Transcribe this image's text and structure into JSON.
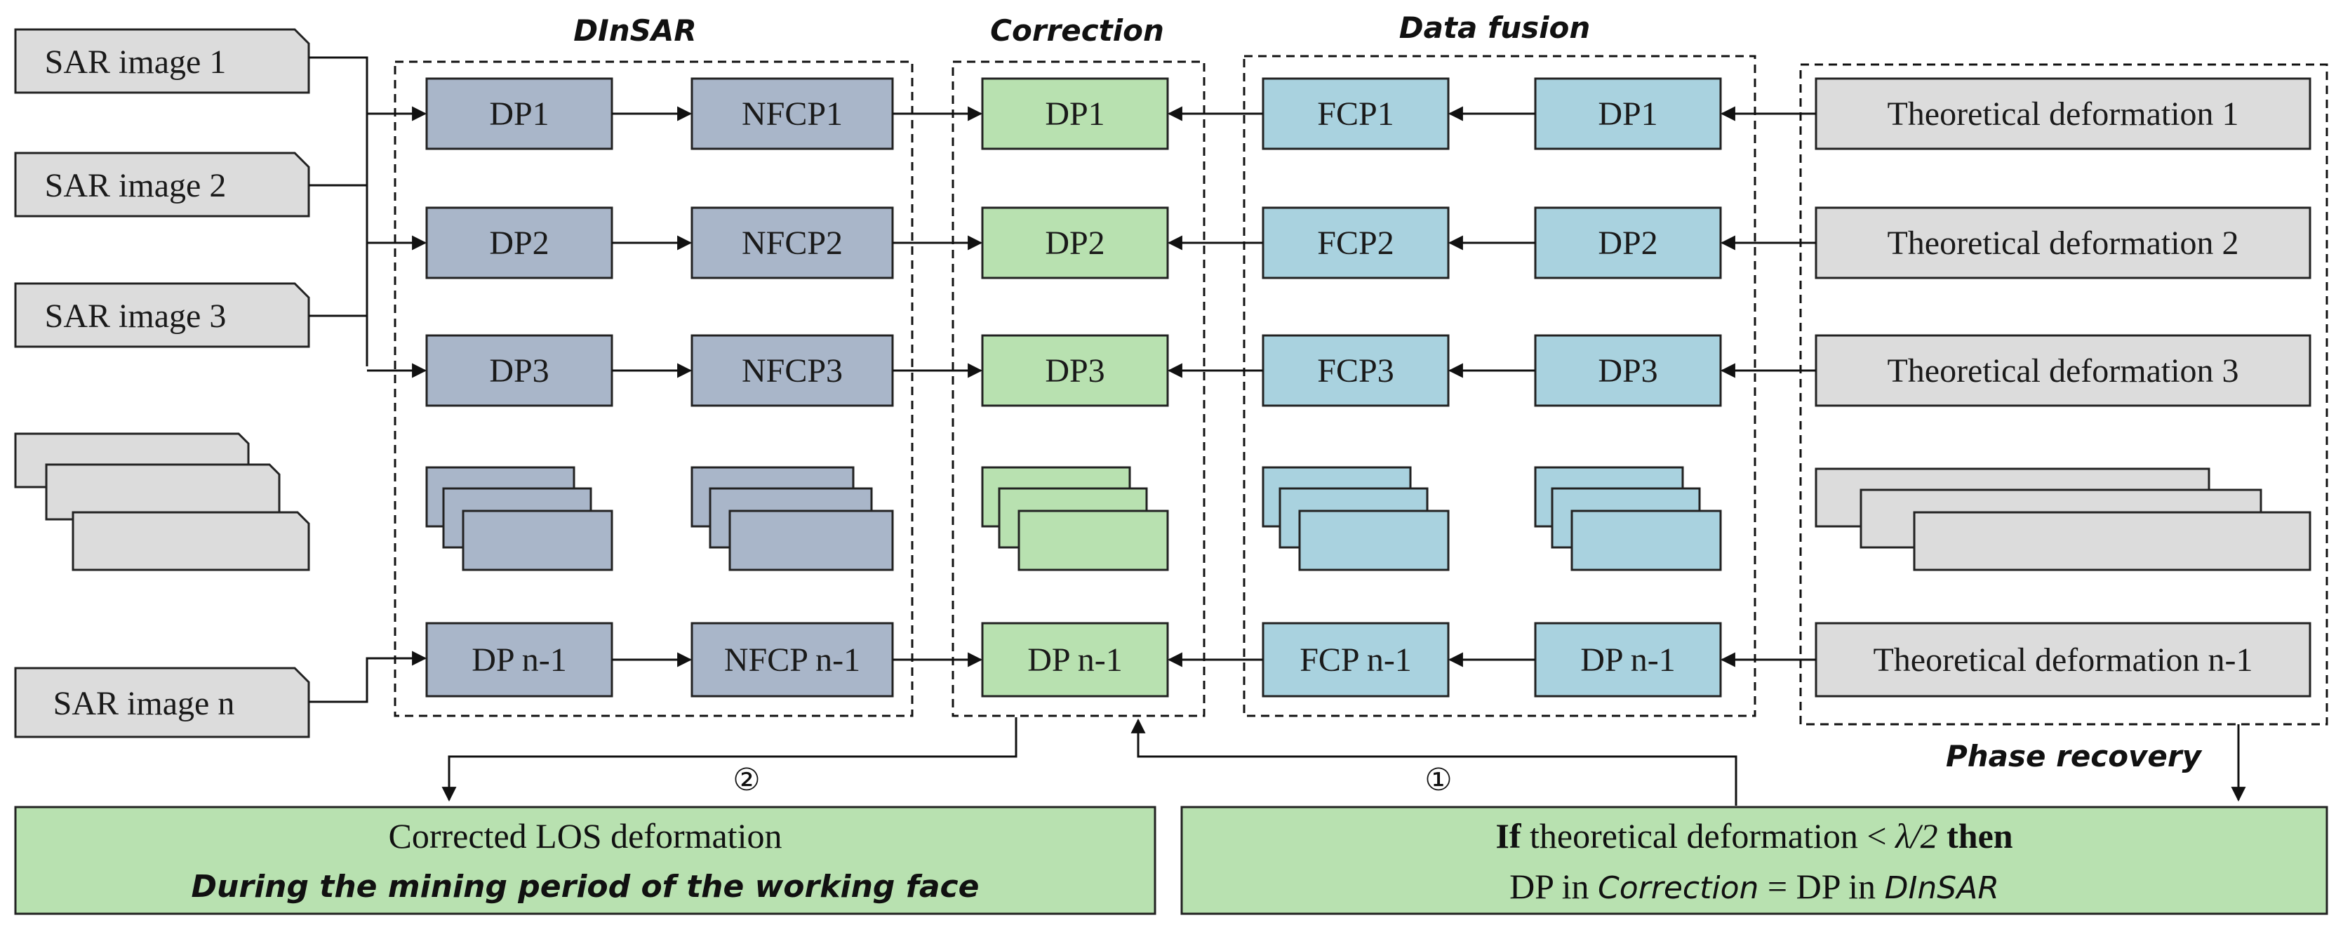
{
  "colors": {
    "sar": "#dcdcdc",
    "dinsar": "#a9b6c9",
    "correction": "#b8e1b0",
    "fusion": "#a9d2df",
    "theory": "#dcdcdc",
    "bottom": "#b8e1b0",
    "stroke": "#222222"
  },
  "groups": {
    "dinsar": "DInSAR",
    "correction": "Correction",
    "fusion": "Data fusion",
    "phase": "Phase recovery"
  },
  "sar_images": [
    "SAR image 1",
    "SAR image 2",
    "SAR image 3",
    "SAR image n"
  ],
  "dp_dinsar": [
    "DP1",
    "DP2",
    "DP3",
    "DP n-1"
  ],
  "nfcp": [
    "NFCP1",
    "NFCP2",
    "NFCP3",
    "NFCP n-1"
  ],
  "dp_correction": [
    "DP1",
    "DP2",
    "DP3",
    "DP n-1"
  ],
  "fcp": [
    "FCP1",
    "FCP2",
    "FCP3",
    "FCP n-1"
  ],
  "dp_fusion": [
    "DP1",
    "DP2",
    "DP3",
    "DP n-1"
  ],
  "theoretical": [
    "Theoretical deformation 1",
    "Theoretical deformation 2",
    "Theoretical deformation 3",
    "Theoretical deformation n-1"
  ],
  "markers": {
    "one": "①",
    "two": "②"
  },
  "bottom_left": {
    "line1": "Corrected LOS deformation",
    "line2": "During the mining period of the working face"
  },
  "bottom_right": {
    "if_word": "If",
    "condition": " theoretical deformation < ",
    "lambda": "λ/2",
    "then_word": " then",
    "dp_in": "DP in ",
    "correction": "Correction",
    "equals": " = DP in ",
    "dinsar": "DInSAR"
  }
}
